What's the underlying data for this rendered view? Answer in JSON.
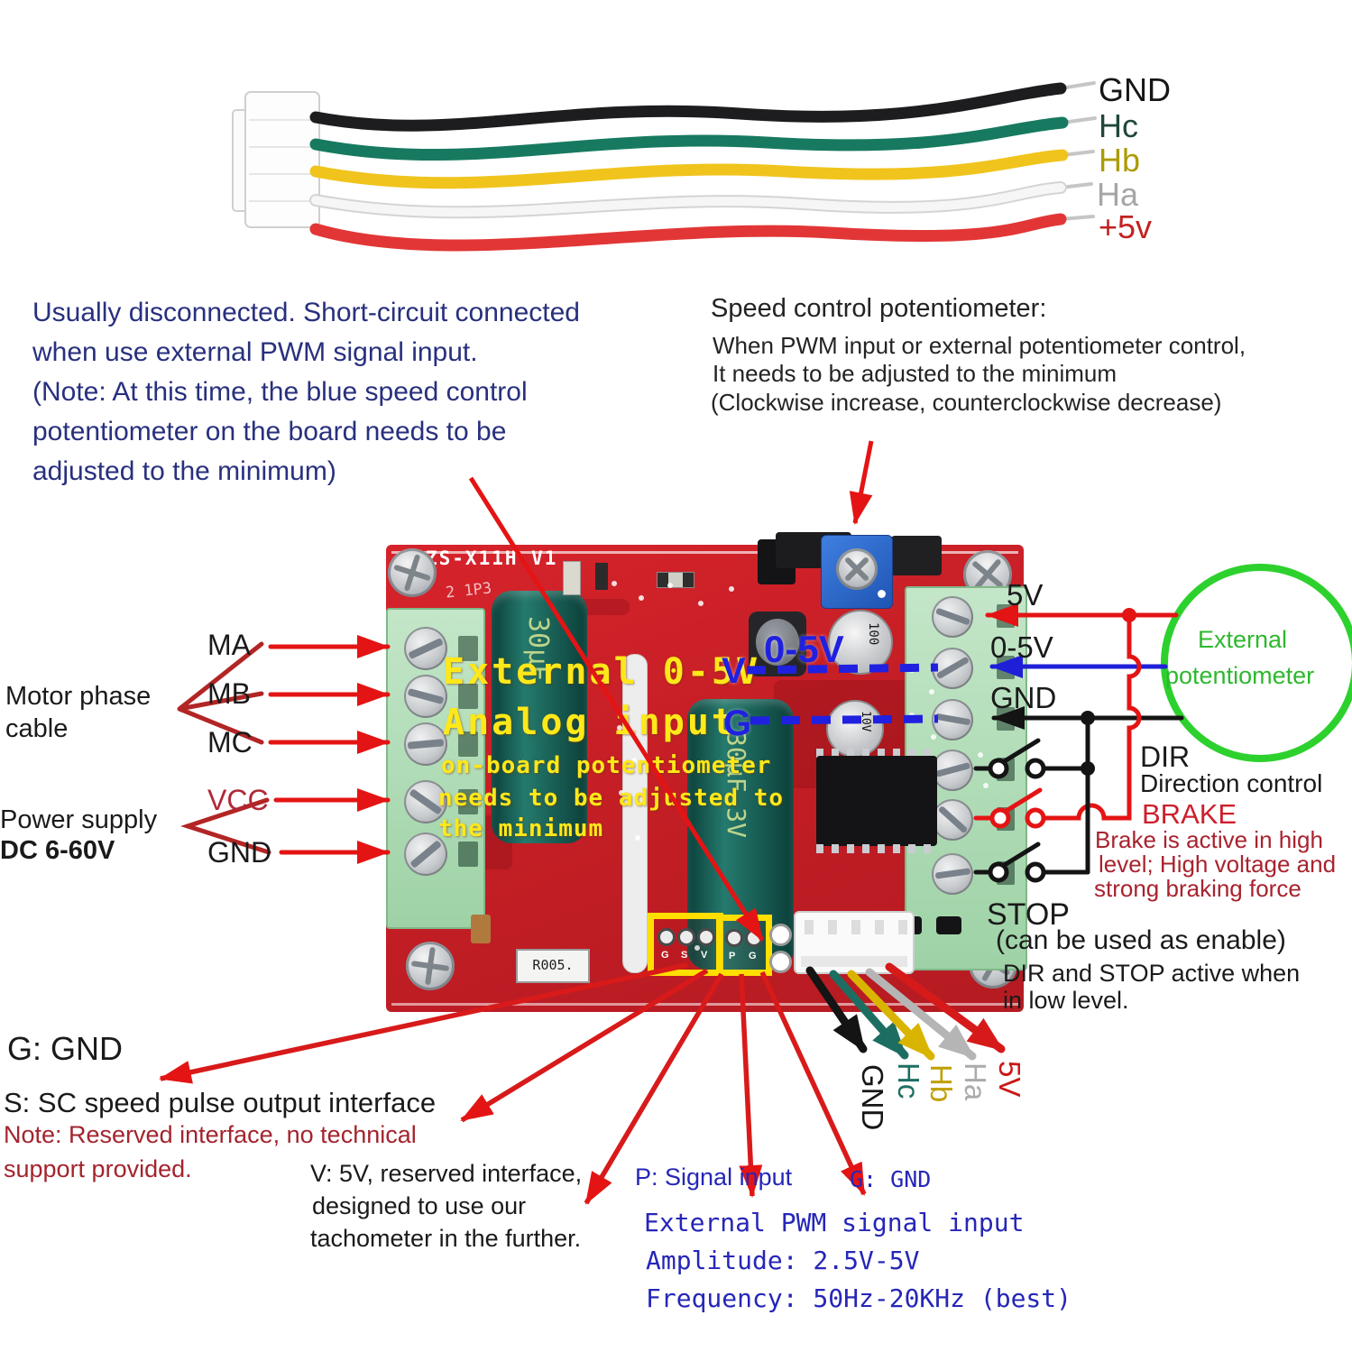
{
  "colors": {
    "board_red": "#cd2028",
    "terminal_green": "#a9d8b0",
    "arrow_red": "#e41414",
    "wire_blue": "#1f1fd8",
    "note_navy": "#28307e",
    "note_darkred": "#a3242e",
    "pot_green": "#2dd12d",
    "overlay_yellow": "#ffe81a",
    "overlay_blue": "#2020e0"
  },
  "harness_labels": [
    {
      "text": "GND",
      "color": "#161616"
    },
    {
      "text": "Hc",
      "color": "#20473c"
    },
    {
      "text": "Hb",
      "color": "#ac9b00"
    },
    {
      "text": "Ha",
      "color": "#a6a6a6"
    },
    {
      "text": "+5v",
      "color": "#c32222"
    }
  ],
  "notes": {
    "left_lines": [
      "Usually disconnected. Short-circuit connected",
      "when use external PWM signal input.",
      "(Note: At this time, the blue speed control",
      "potentiometer on the board needs to be",
      "adjusted to the minimum)"
    ],
    "right_title": "Speed control potentiometer:",
    "right_lines": [
      "When  PWM input or external potentiometer control,",
      "It needs to be adjusted to the minimum",
      "(Clockwise increase, counterclockwise decrease)"
    ]
  },
  "board": {
    "silkscreen_title": "ZS-X11H V1",
    "silkscreen_sub": "2 1P3",
    "yellow_overlay": [
      "External 0-5V",
      "Analog input",
      "on-board potentiometer",
      "needs to be adjusted to",
      "the minimum"
    ],
    "blue_range": "0-5V",
    "blue_v": "V",
    "blue_g": "G",
    "cap1_label": "30μF",
    "cap2_label": "30μF 3V",
    "cap_silver1_label": "100",
    "cap_silver2_label": "10V",
    "resistor_label": "R005.",
    "pin_labels": [
      "G",
      "S",
      "V",
      "P",
      "G"
    ]
  },
  "left_panel": {
    "motor_title_1": "Motor phase",
    "motor_title_2": "cable",
    "pin_ma": "MA",
    "pin_mb": "MB",
    "pin_mc": "MC",
    "power_title_1": "Power supply",
    "power_title_2": "DC  6-60V",
    "pin_vcc": "VCC",
    "pin_gnd": "GND"
  },
  "right_panel": {
    "pin_5v": "5V",
    "pin_0_5v": "0-5V",
    "pin_gnd": "GND",
    "dir": "DIR",
    "dir_desc": "Direction control",
    "brake": "BRAKE",
    "brake_note_1": "Brake is active in high",
    "brake_note_2": "level; High voltage and",
    "brake_note_3": "strong braking force",
    "stop": "STOP",
    "stop_desc": "(can be used as enable)",
    "low_note_1": "DIR and STOP active when",
    "low_note_2": "in low level.",
    "ext_pot_1": "External",
    "ext_pot_2": "potentiometer"
  },
  "bottom_panel": {
    "g_gnd": "G:  GND",
    "s_line": "S:  SC speed pulse output interface",
    "s_note_1": "Note: Reserved interface, no technical",
    "s_note_2": "support provided.",
    "v_note_1": "V: 5V, reserved interface,",
    "v_note_2": "designed to use our",
    "v_note_3": "tachometer  in the further.",
    "p_label": "P: Signal input",
    "g_label": "G: GND",
    "pwm_1": "External PWM signal input",
    "pwm_2": "Amplitude: 2.5V-5V",
    "pwm_3": "Frequency: 50Hz-20KHz (best)"
  },
  "bottom_wire_labels": [
    {
      "text": "GND",
      "color": "#161616"
    },
    {
      "text": "Hc",
      "color": "#1d6e62"
    },
    {
      "text": "Hb",
      "color": "#c0a000"
    },
    {
      "text": "Ha",
      "color": "#ababab"
    },
    {
      "text": "5V",
      "color": "#cc1717"
    }
  ]
}
